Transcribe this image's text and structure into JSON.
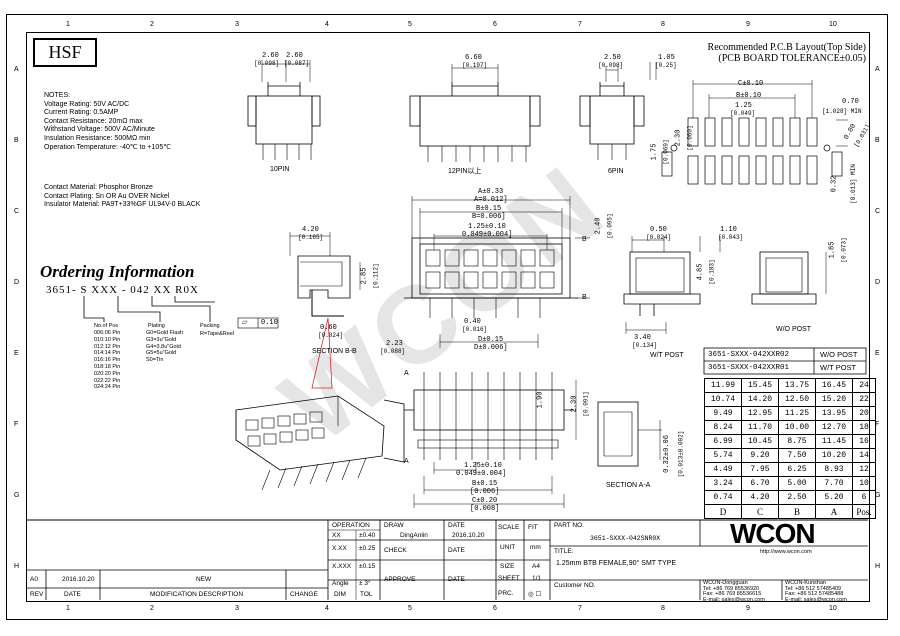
{
  "zones": {
    "numbers": [
      "1",
      "2",
      "3",
      "4",
      "5",
      "6",
      "7",
      "8",
      "9",
      "10"
    ],
    "letters": [
      "A",
      "B",
      "C",
      "D",
      "E",
      "F",
      "G",
      "H"
    ]
  },
  "hsf": "HSF",
  "notes": [
    "NOTES:",
    "Voltage Rating: 50V AC/DC",
    "Current Rating: 0.5AMP",
    "Contact Resistance: 20mΩ max",
    "Withstand Voltage: 500V AC/Minute",
    "Insulation Resistance: 500MΩ min",
    "Operation Temperature: -40℃ to +105℃"
  ],
  "materials": [
    "Contact Material: Phosphor Bronze",
    "Contact Plating: Sn OR Au OVER Nickel",
    "Insulator Material: PA9T+33%GF UL94V-0 BLACK"
  ],
  "ordering": {
    "title": "Ordering Information",
    "code": "3651- S  XXX - 042  XX  R0X",
    "positions_label": "No.of Pos",
    "positions": [
      "006:06 Pin",
      "010:10 Pin",
      "012:12 Pin",
      "014:14 Pin",
      "016:16 Pin",
      "018:18 Pin",
      "020:20 Pin",
      "022:22 Pin",
      "024:24 Pin"
    ],
    "plating_label": "Plating",
    "plating": [
      "G0=Gold Flash",
      "G3=3u\"Gold",
      "G4=3.8u\"Gold",
      "G5=5u\"Gold",
      "S0=Tin"
    ],
    "packing_label": "Packing",
    "packing": "R=Tape&Reel"
  },
  "top_views": {
    "v10": {
      "d1": "2.60",
      "d1b": "[0.098]",
      "d2": "2.60",
      "d2b": "[0.087]",
      "label": "10PIN"
    },
    "v12": {
      "d1": "6.60",
      "d1b": "[0.197]",
      "label": "12PIN以上"
    },
    "v6": {
      "d1": "2.50",
      "d1b": "[0.098]",
      "label": "6PIN"
    },
    "side": {
      "d1": "1.05",
      "d1b": "[0.25]"
    }
  },
  "pcb_layout": {
    "title": "Recommended P.C.B Layout(Top Side)",
    "tolerance": "(PCB BOARD TOLERANCE±0.05)",
    "dims": [
      "C±0.10",
      "B±0.10",
      "1.25",
      "[0.049]",
      "0.70",
      "[1.028] MIN",
      "0.80",
      "[0.031]",
      "2.30",
      "[0.060]",
      "1.75",
      "[0.069]",
      "0.32",
      "[0.013] MIN"
    ]
  },
  "front_view": {
    "dims": [
      "A±0.33",
      "A=0.012]",
      "B±0.15",
      "B=0.006]",
      "1.25±0.10",
      "0.049±0.004]",
      "2.40",
      "[0.095]",
      "0.40",
      "[0.016]",
      "D±0.15",
      "D±0.006]",
      "2.23",
      "[0.088]"
    ]
  },
  "section_bb": {
    "label": "SECTION B-B",
    "dims": [
      "4.20",
      "[0.165]",
      "2.85",
      "[0.112]",
      "0.60",
      "[0.024]",
      "0.10"
    ],
    "flat_symbol": "▱"
  },
  "side_views": {
    "wt_label": "W/T POST",
    "wo_label": "W/O POST",
    "dims": [
      "0.50",
      "[0.024]",
      "1.10",
      "[0.043]",
      "4.85",
      "[0.183]",
      "3.40",
      "[0.134]",
      "1.85",
      "[0.073]"
    ]
  },
  "bottom_view": {
    "dims": [
      "1.25±0.10",
      "0.049±0.004]",
      "B±0.15",
      "[0.006]",
      "C±0.20",
      "[0.008]",
      "2.30",
      "[0.091]",
      "1.90"
    ]
  },
  "section_aa": {
    "label": "SECTION A-A",
    "dims": [
      "0.32±0.06",
      "[0.013±0.002]"
    ]
  },
  "post_table": [
    {
      "code": "3651-SXXX-042XXR02",
      "desc": "W/O POST"
    },
    {
      "code": "3651-SXXX-042XXR01",
      "desc": "W/T POST"
    }
  ],
  "dim_table": {
    "rows": [
      [
        "11.99",
        "15.45",
        "13.75",
        "16.45",
        "24"
      ],
      [
        "10.74",
        "14.20",
        "12.50",
        "15.20",
        "22"
      ],
      [
        "9.49",
        "12.95",
        "11.25",
        "13.95",
        "20"
      ],
      [
        "8.24",
        "11.70",
        "10.00",
        "12.70",
        "18"
      ],
      [
        "6.99",
        "10.45",
        "8.75",
        "11.45",
        "16"
      ],
      [
        "5.74",
        "9.20",
        "7.50",
        "10.20",
        "14"
      ],
      [
        "4.49",
        "7.95",
        "6.25",
        "8.93",
        "12"
      ],
      [
        "3.24",
        "6.70",
        "5.00",
        "7.70",
        "10"
      ],
      [
        "0.74",
        "4.20",
        "2.50",
        "5.20",
        "6"
      ]
    ],
    "header": [
      "D",
      "C",
      "B",
      "A",
      "Pos."
    ]
  },
  "title_block": {
    "operation": "OPERATION",
    "tol": [
      [
        "XX",
        "±0.40"
      ],
      [
        "X.XX",
        "±0.25"
      ],
      [
        "X.XXX",
        "±0.15"
      ],
      [
        "Angle",
        "± 3°"
      ]
    ],
    "dim": "DIM",
    "tol_label": "TOL",
    "draw": "DRAW",
    "draw_name": "DingAnlin",
    "check": "CHECK",
    "approve": "APPROVE",
    "date": "DATE",
    "date_val": "2016.10.20",
    "scale": "SCALE",
    "fit": "FIT",
    "unit": "UNIT",
    "unit_val": "mm",
    "size": "SIZE",
    "size_val": "A4",
    "sheet": "SHEET",
    "sheet_val": "1/1",
    "prc": "PRC.",
    "prc_val": "◎ ☐",
    "part_no": "PART NO.",
    "part_no_val": "3651-SXXX-042SNR0X",
    "title": "TITLE:",
    "title_val": "1.25mm BTB FEMALE,90° SMT TYPE",
    "customer": "Customer NO.",
    "url": "http://www.wcon.com",
    "logo": "WCON",
    "contacts": [
      "WCON-Dongguan",
      "Tel: +86 769 85536920",
      "Fax: +86 769 85536615",
      "E-mail: sales@wcon.com",
      "WCON-Kunshan",
      "Tel: +86 512 57485409",
      "Fax: +86 512 57485488",
      "E-mail: sales@wcon.com"
    ]
  },
  "revision": {
    "rev": "REV",
    "date": "DATE",
    "desc": "MODIFICATION DESCRIPTION",
    "change": "CHANGE",
    "row": {
      "rev": "A0",
      "date": "2016.10.20",
      "desc": "NEW"
    }
  },
  "watermark": "WCON"
}
